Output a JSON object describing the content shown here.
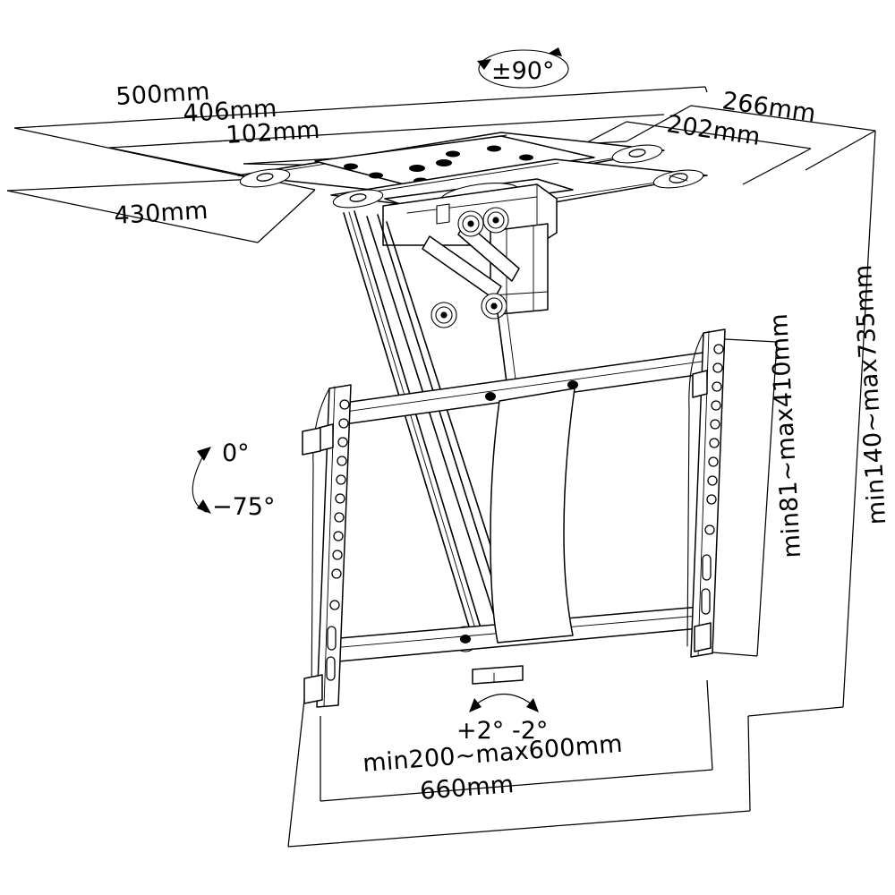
{
  "drawing": {
    "title": "Ceiling TV Mount Dimensional Drawing",
    "type": "technical-line-drawing",
    "line_color": "#000000",
    "background_color": "#ffffff"
  },
  "dimensions": {
    "ceiling_width_outer": "500mm",
    "ceiling_width_mid": "406mm",
    "ceiling_width_inner": "102mm",
    "ceiling_depth_lower": "430mm",
    "ceiling_depth_outer": "266mm",
    "ceiling_depth_inner": "202mm",
    "drop_height_outer": "min140~max735mm",
    "drop_height_inner": "min81~max410mm",
    "bracket_width_inner": "min200~max600mm",
    "bracket_width_outer": "660mm"
  },
  "angles": {
    "swivel_rotation": "±90°",
    "tilt_top": "0°",
    "tilt_bottom": "−75°",
    "roll_positive": "+2°",
    "roll_negative": "-2°"
  }
}
